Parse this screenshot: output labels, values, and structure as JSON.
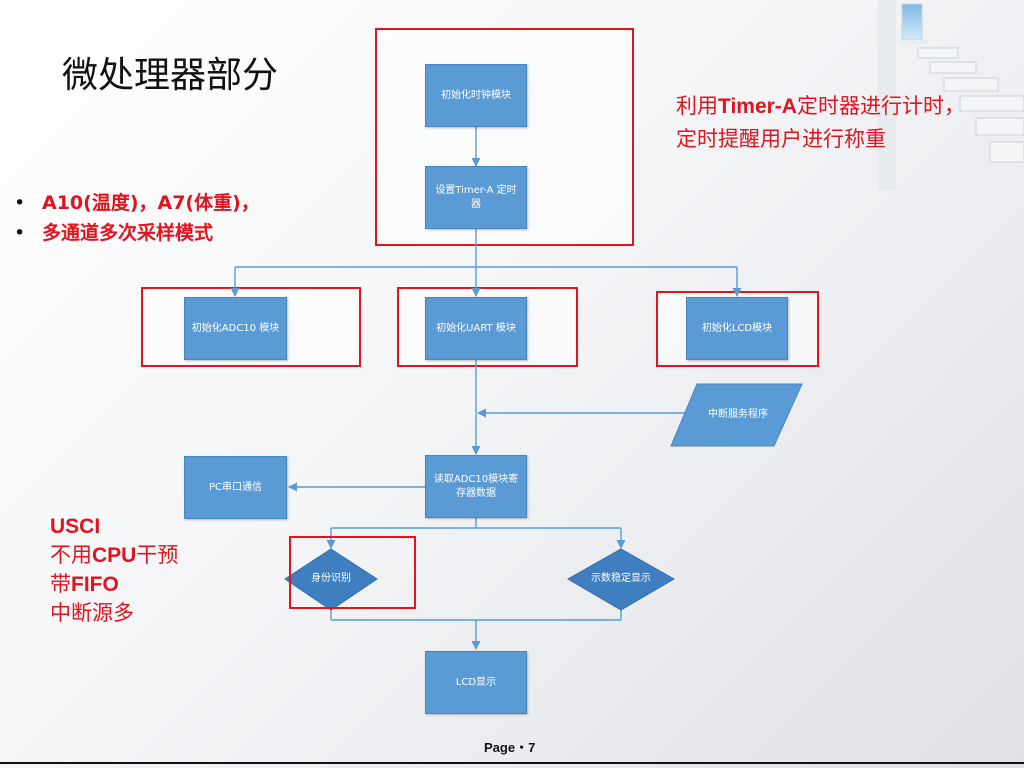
{
  "slide": {
    "title": "微处理器部分",
    "bullets": [
      "A10(温度)，A7(体重)，",
      "多通道多次采样模式"
    ],
    "note_right": {
      "pre": "利用",
      "bold": "Timer-A",
      "post": "定时器进行计时，定时提醒用户进行称重"
    },
    "note_left": {
      "line1": "USCI",
      "line2_pre": "不用",
      "line2_bold": "CPU",
      "line2_post": "干预",
      "line3_pre": "带",
      "line3_bold": "FIFO",
      "line4": "中断源多"
    },
    "footer": "Page・7"
  },
  "flowchart": {
    "init_clock": "初始化时钟模块",
    "set_timer": "设置Timer-A 定时器",
    "init_adc": "初始化ADC10 模块",
    "init_uart": "初始化UART 模块",
    "init_lcd": "初始化LCD模块",
    "isr": "中断服务程序",
    "read_adc": "读取ADC10模块寄存器数据",
    "pc_comm": "PC串口通信",
    "identify": "身份识别",
    "show_stable": "示数稳定显示",
    "lcd_display": "LCD显示"
  },
  "colors": {
    "box_fill": "#5b9bd5",
    "line": "#5b9bd5",
    "highlight": "#e3141c",
    "note_text": "#e0141e"
  }
}
